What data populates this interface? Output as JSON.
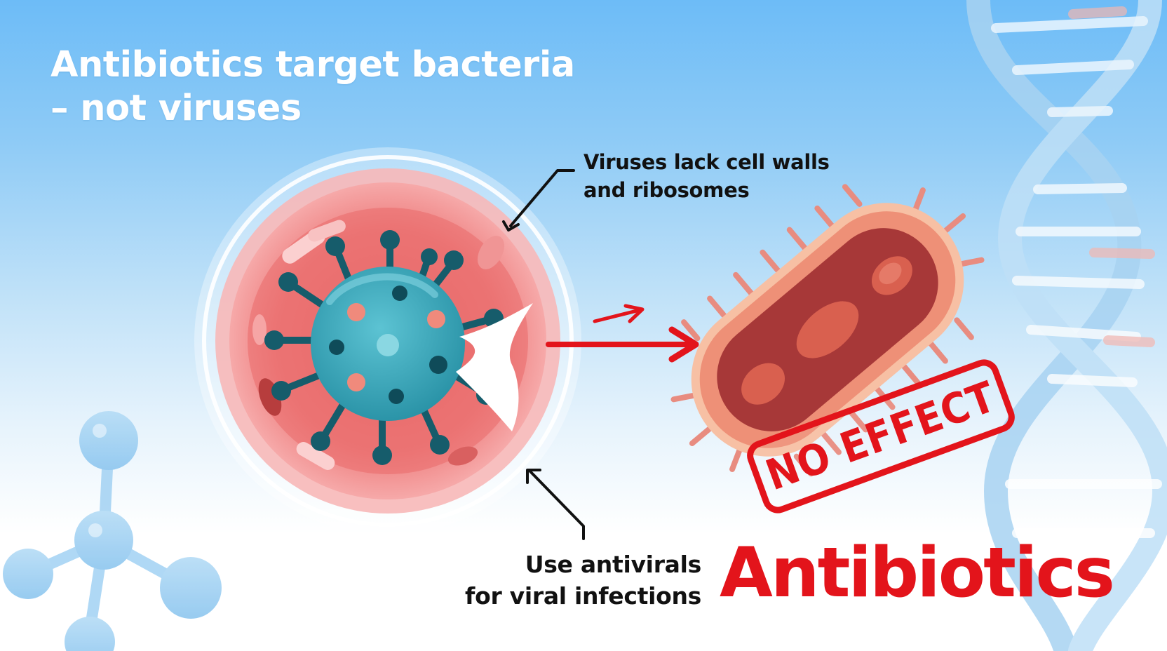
{
  "title": {
    "line1": "Antibiotics target bacteria",
    "line2": "– not viruses"
  },
  "callouts": {
    "top": {
      "line1": "Viruses lack cell walls",
      "line2": "and ribosomes"
    },
    "bottom": {
      "line1": "Use antivirals",
      "line2": "for viral infections"
    }
  },
  "stamp": {
    "text": "NO EFFECT"
  },
  "big_label": "Antibiotics",
  "colors": {
    "sky_top": "#6dbcf7",
    "accent_red": "#e3141b",
    "virus_teal": "#2f9fb3",
    "virus_dark": "#155e6e",
    "cell_pink": "#f28b8b",
    "bacteria_outer": "#f5a98f",
    "bacteria_inner": "#a83a3a",
    "dna_blue": "#a8d3f2"
  },
  "icons": {
    "molecule": "molecule-icon",
    "dna": "dna-helix-icon",
    "virus": "virus-icon",
    "bacterium": "bacterium-icon"
  }
}
